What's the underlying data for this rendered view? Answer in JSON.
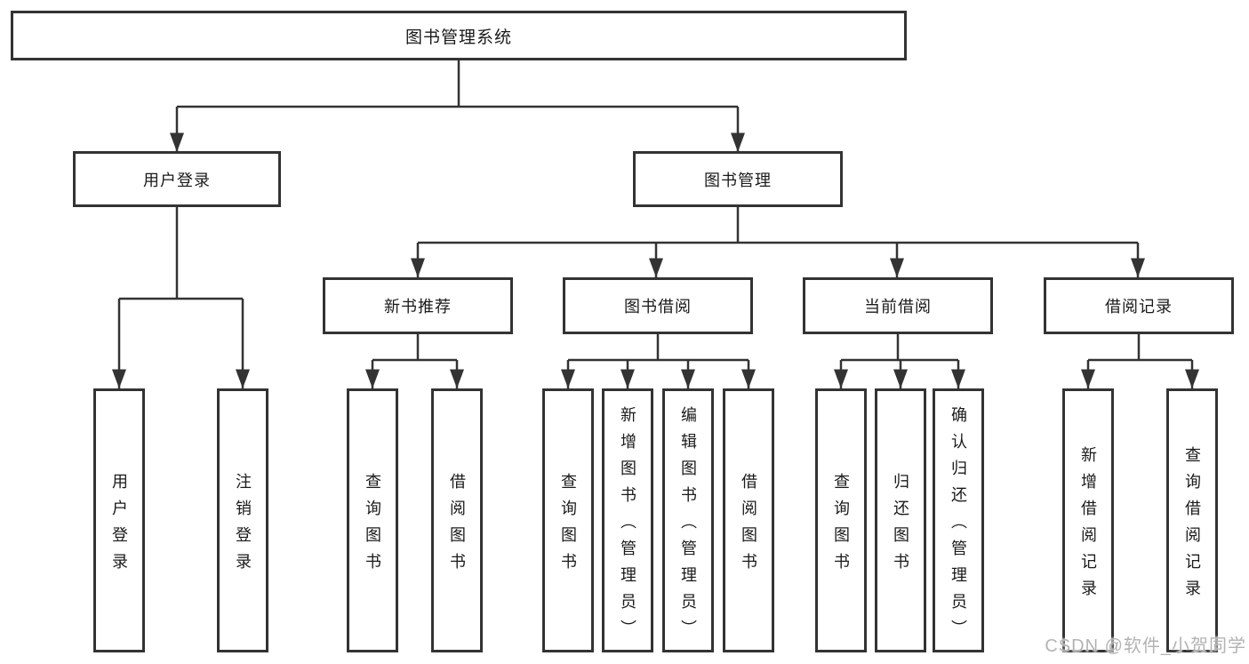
{
  "nodes": {
    "root": "图书管理系统",
    "user_login": "用户登录",
    "book_management": "图书管理",
    "new_book_recommend": "新书推荐",
    "book_borrow": "图书借阅",
    "current_borrow": "当前借阅",
    "borrow_records": "借阅记录",
    "leaf_user_login": "用户登录",
    "leaf_logout": "注销登录",
    "recommend_query_books": "查询图书",
    "recommend_borrow_books": "借阅图书",
    "borrow_query_books": "查询图书",
    "borrow_add_books": "新增图书（管理员）",
    "borrow_edit_books": "编辑图书（管理员）",
    "borrow_borrow_books": "借阅图书",
    "current_query_books": "查询图书",
    "current_return_books": "归还图书",
    "current_confirm_return": "确认归还（管理员）",
    "records_add_record": "新增借阅记录",
    "records_query_record": "查询借阅记录"
  },
  "watermark": "CSDN @软件_小贺同学",
  "colors": {
    "line": "#333333",
    "box_border": "#333333",
    "text": "#1a1a1a",
    "background": "#ffffff",
    "watermark": "#b3b3b3"
  }
}
